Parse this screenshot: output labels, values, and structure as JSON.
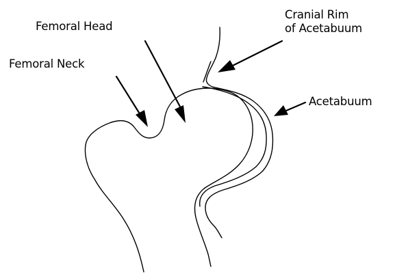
{
  "labels": {
    "femoral_head": "Femoral Head",
    "femoral_neck": "Femoral Neck",
    "cranial_rim_line1": "Cranial Rim",
    "cranial_rim_line2": "of",
    "cranial_rim_line3": "Acetabuum",
    "acetabulum": "Acetabuum"
  },
  "colors": {
    "ink": "#000000",
    "background": "#ffffff"
  }
}
